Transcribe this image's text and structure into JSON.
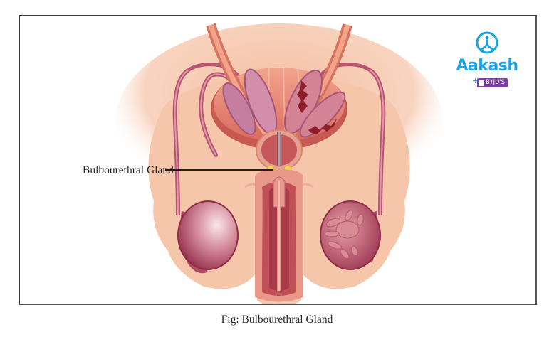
{
  "figure": {
    "label": "Bulbourethral Gland",
    "caption": "Fig: Bulbourethral Gland"
  },
  "logo": {
    "brand": "Aakash",
    "partner": "BYJU'S",
    "plus": "+",
    "colors": {
      "brand": "#1aa3e8",
      "partner_bg": "#7b3fa0"
    }
  },
  "colors": {
    "skin": "#f5c4a8",
    "tissue": "#d9777a",
    "dark_tissue": "#9c2d3a",
    "vas": "#c56a86",
    "gland": "#f2d35a",
    "frame_border": "#3a3a3a"
  }
}
